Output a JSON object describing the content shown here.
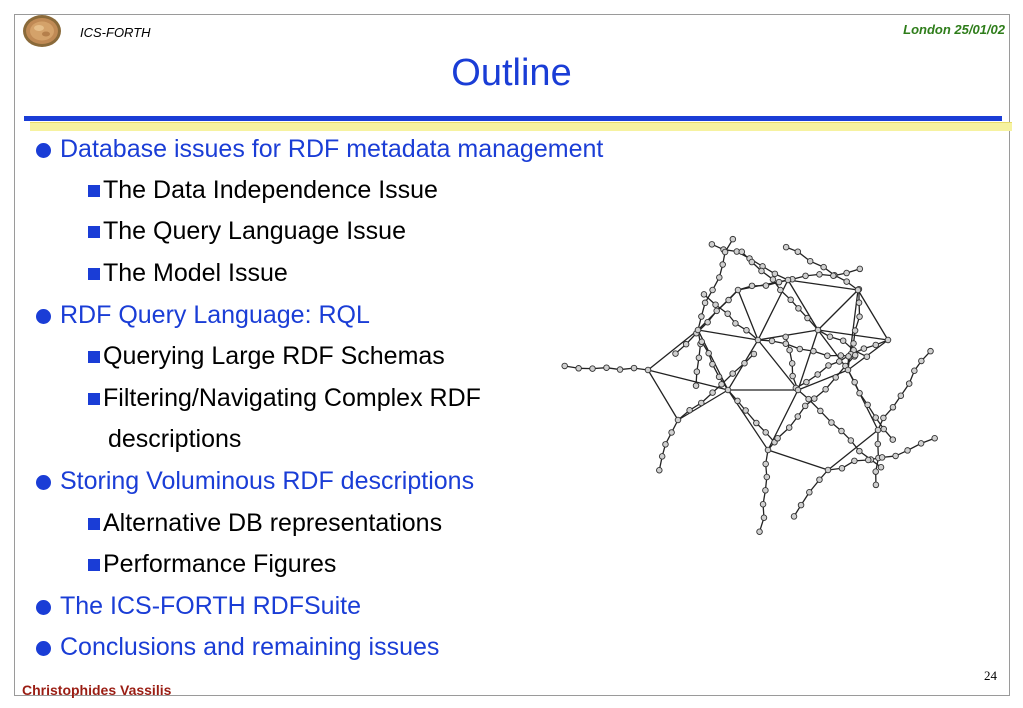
{
  "header": {
    "org": "ICS-FORTH",
    "date": "London 25/01/02",
    "title": "Outline"
  },
  "outline": [
    {
      "level": 1,
      "text": "Database issues for RDF metadata management"
    },
    {
      "level": 2,
      "text": "The Data Independence Issue"
    },
    {
      "level": 2,
      "text": "The Query Language Issue"
    },
    {
      "level": 2,
      "text": "The Model Issue"
    },
    {
      "level": 1,
      "text": "RDF Query Language: RQL"
    },
    {
      "level": 2,
      "text": "Querying Large RDF Schemas"
    },
    {
      "level": 2,
      "text": "Filtering/Navigating Complex RDF"
    },
    {
      "level": 3,
      "text": "descriptions"
    },
    {
      "level": 1,
      "text": "Storing Voluminous RDF descriptions"
    },
    {
      "level": 2,
      "text": "Alternative DB representations"
    },
    {
      "level": 2,
      "text": "Performance Figures"
    },
    {
      "level": 1,
      "text": "The ICS-FORTH RDFSuite"
    },
    {
      "level": 1,
      "text": "Conclusions and remaining issues"
    }
  ],
  "footer": {
    "author": "Christophides Vassilis",
    "page_number": "24"
  },
  "colors": {
    "accent": "#1a3dd6",
    "date": "#2e7d1a",
    "author": "#9a1d13"
  },
  "icons": {
    "logo": "forth-logo-icon",
    "bullet": "round-bullet-icon",
    "sub_bullet": "square-bullet-icon"
  }
}
